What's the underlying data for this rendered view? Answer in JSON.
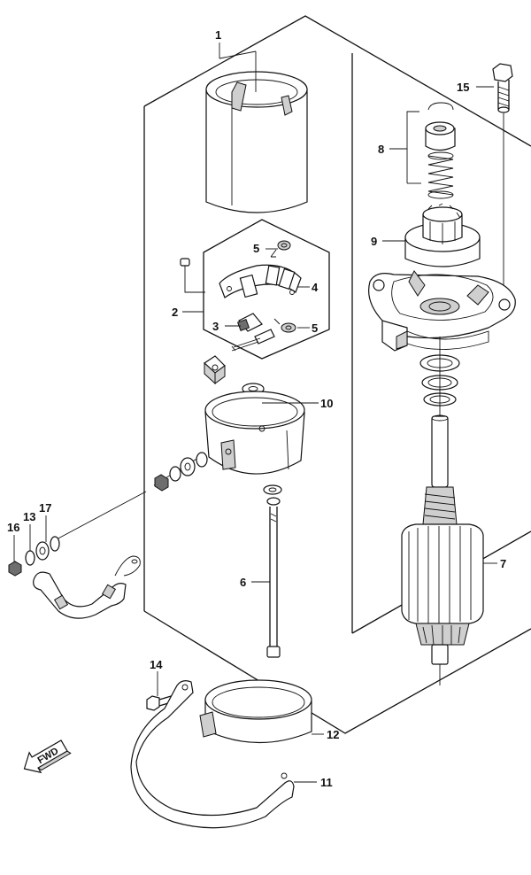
{
  "labels": {
    "p1": "1",
    "p2": "2",
    "p3": "3",
    "p4": "4",
    "p5a": "5",
    "p5b": "5",
    "p6": "6",
    "p7": "7",
    "p8": "8",
    "p9": "9",
    "p10": "10",
    "p11": "11",
    "p12": "12",
    "p13": "13",
    "p14": "14",
    "p15": "15",
    "p16": "16",
    "p17": "17"
  },
  "direction_marker": {
    "text": "FWD"
  }
}
